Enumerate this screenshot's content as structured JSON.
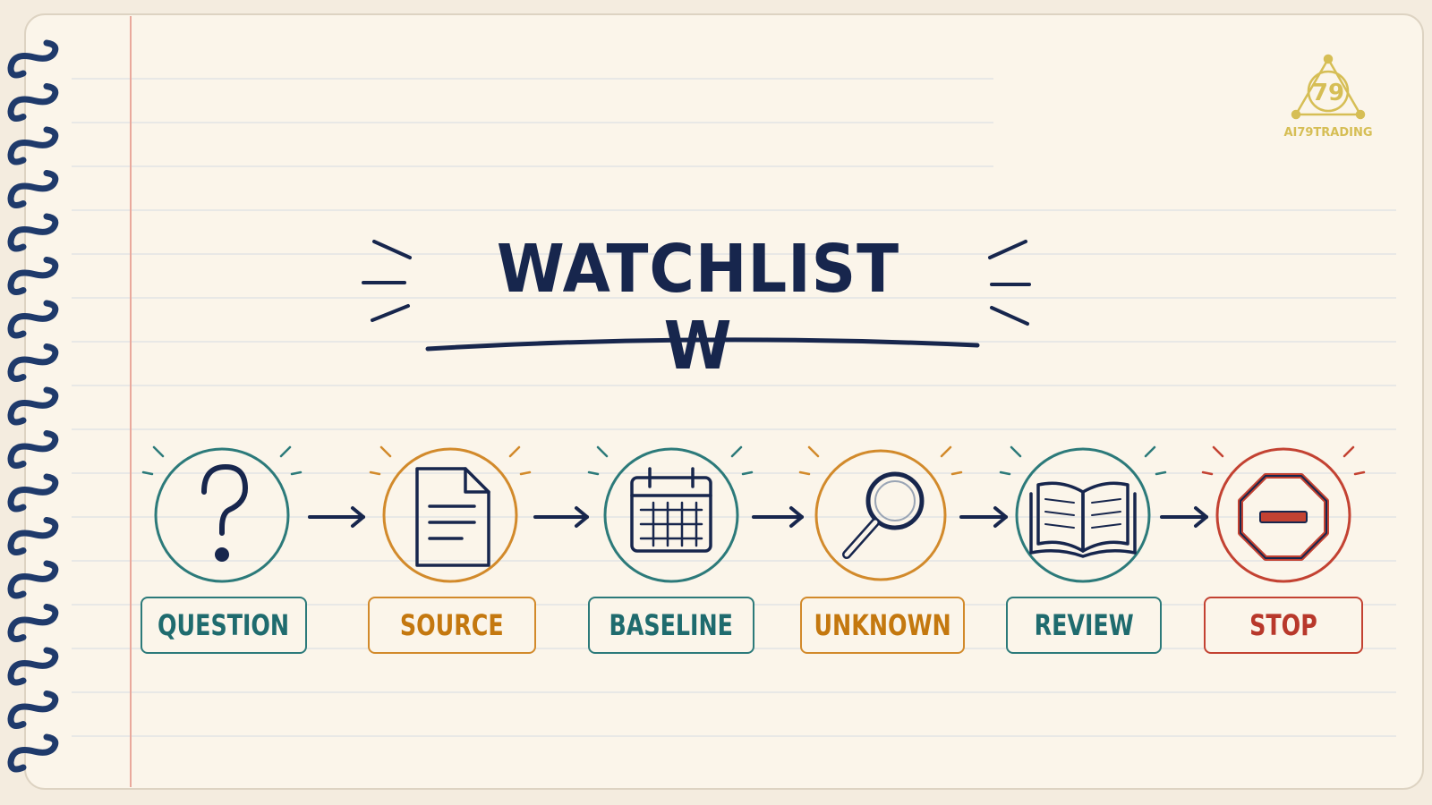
{
  "title": "WATCHLIST W",
  "logo": {
    "text": "AI79TRADING",
    "mark": "79"
  },
  "steps": [
    {
      "label": "QUESTION",
      "icon": "question-mark-icon",
      "color": "#2c7a7a"
    },
    {
      "label": "SOURCE",
      "icon": "document-icon",
      "color": "#d28a2b"
    },
    {
      "label": "BASELINE",
      "icon": "calendar-icon",
      "color": "#2c7a7a"
    },
    {
      "label": "UNKNOWN",
      "icon": "magnifier-icon",
      "color": "#d28a2b"
    },
    {
      "label": "REVIEW",
      "icon": "open-book-icon",
      "color": "#2c7a7a"
    },
    {
      "label": "STOP",
      "icon": "stop-sign-icon",
      "color": "#c34232"
    }
  ],
  "colors": {
    "ink": "#17264d",
    "paper": "#fbf5ea",
    "margin_line": "#e9a99c",
    "rule_line": "#dfe3e6",
    "spiral": "#1f3a6b",
    "logo": "#d6be55"
  }
}
